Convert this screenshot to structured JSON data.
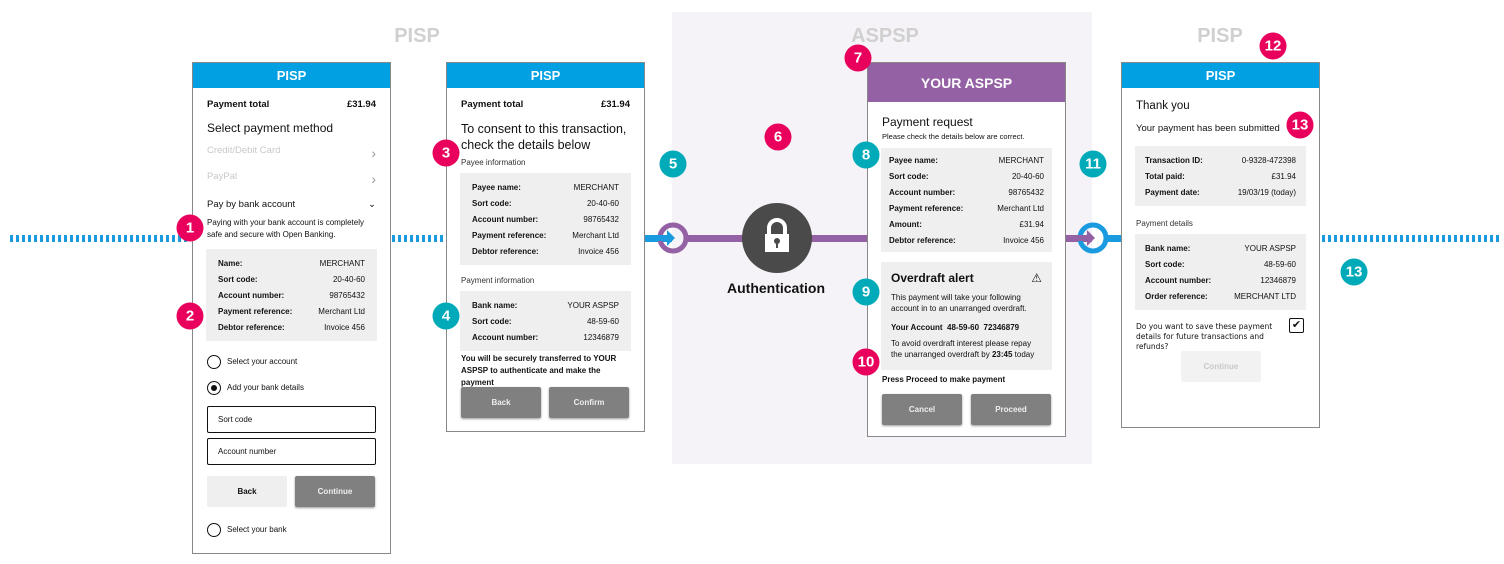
{
  "sections": {
    "left": "PISP",
    "middle": "ASPSP",
    "right": "PISP"
  },
  "colors": {
    "pisp": "#00a0e3",
    "aspsp": "#9461a5",
    "pink": "#e8005c",
    "teal": "#00aab9"
  },
  "auth": {
    "label": "Authentication",
    "icon": "lock-icon"
  },
  "screen1": {
    "header": "PISP",
    "total_label": "Payment total",
    "total": "£31.94",
    "heading": "Select payment method",
    "methods": [
      "Credit/Debit Card",
      "PayPal",
      "Pay by bank account"
    ],
    "info": "Paying with your bank account is completely safe and secure with Open Banking.",
    "details": [
      [
        "Name:",
        "MERCHANT"
      ],
      [
        "Sort code:",
        "20-40-60"
      ],
      [
        "Account number:",
        "98765432"
      ],
      [
        "Payment reference:",
        "Merchant Ltd"
      ],
      [
        "Debtor reference:",
        "Invoice 456"
      ]
    ],
    "radio_account": "Select your account",
    "radio_add": "Add your bank details",
    "sort_placeholder": "Sort code",
    "account_placeholder": "Account number",
    "back": "Back",
    "continue": "Continue",
    "radio_bank": "Select your bank"
  },
  "screen2": {
    "header": "PISP",
    "total_label": "Payment total",
    "total": "£31.94",
    "heading": "To consent to this transaction, check the details below",
    "payee_title": "Payee information",
    "payee": [
      [
        "Payee name:",
        "MERCHANT"
      ],
      [
        "Sort code:",
        "20-40-60"
      ],
      [
        "Account number:",
        "98765432"
      ],
      [
        "Payment reference:",
        "Merchant Ltd"
      ],
      [
        "Debtor reference:",
        "Invoice 456"
      ]
    ],
    "payment_title": "Payment information",
    "payment": [
      [
        "Bank name:",
        "YOUR ASPSP"
      ],
      [
        "Sort code:",
        "48-59-60"
      ],
      [
        "Account number:",
        "12346879"
      ]
    ],
    "notice": "You will be securely transferred to YOUR ASPSP to authenticate and make the payment",
    "back": "Back",
    "confirm": "Confirm"
  },
  "screen3": {
    "header": "YOUR ASPSP",
    "title": "Payment request",
    "subtitle": "Please check the details below are correct.",
    "details": [
      [
        "Payee name:",
        "MERCHANT"
      ],
      [
        "Sort code:",
        "20-40-60"
      ],
      [
        "Account number:",
        "98765432"
      ],
      [
        "Payment reference:",
        "Merchant Ltd"
      ],
      [
        "Amount:",
        "£31.94"
      ],
      [
        "Debtor reference:",
        "Invoice 456"
      ]
    ],
    "alert_title": "Overdraft alert",
    "alert_text": "This payment will take your following account in to an unarranged overdraft.",
    "account_label": "Your Account",
    "account_sort": "48-59-60",
    "account_number": "72346879",
    "repay_text": "To avoid overdraft interest please repay the unarranged overdraft by",
    "repay_time": "23:45",
    "repay_suffix": "today",
    "press": "Press Proceed to make payment",
    "cancel": "Cancel",
    "proceed": "Proceed"
  },
  "screen4": {
    "header": "PISP",
    "title": "Thank you",
    "subtitle": "Your payment has been submitted",
    "summary": [
      [
        "Transaction ID:",
        "0-9328-472398"
      ],
      [
        "Total paid:",
        "£31.94"
      ],
      [
        "Payment date:",
        "19/03/19 (today)"
      ]
    ],
    "details_title": "Payment details",
    "details": [
      [
        "Bank name:",
        "YOUR ASPSP"
      ],
      [
        "Sort code:",
        "48-59-60"
      ],
      [
        "Account number:",
        "12346879"
      ],
      [
        "Order reference:",
        "MERCHANT LTD"
      ]
    ],
    "save_question": "Do you want to save these payment details for future transactions and refunds?",
    "save_checked": true,
    "continue": "Continue"
  },
  "badges": [
    "1",
    "2",
    "3",
    "4",
    "5",
    "6",
    "7",
    "8",
    "9",
    "10",
    "11",
    "12",
    "13",
    "13"
  ]
}
